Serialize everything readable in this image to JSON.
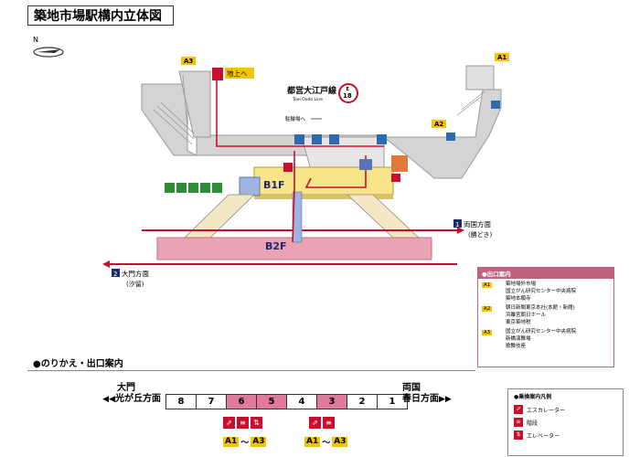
{
  "title": "築地市場駅構内立体図",
  "compass": "N",
  "line": {
    "name": "都営大江戸線",
    "roman": "Toei Oedo Line",
    "code": "E",
    "number": "18"
  },
  "floors": {
    "b1": "B1F",
    "b2": "B2F"
  },
  "exits": {
    "a1": "A1",
    "a2": "A2",
    "a3": "A3"
  },
  "labels": {
    "to_ground": "地上へ",
    "bicycle": "駐輪場へ"
  },
  "directions": {
    "east_num": "1",
    "east": "両国方面",
    "east_sub": "(勝どき)",
    "west_num": "2",
    "west": "大門方面",
    "west_sub": "(汐留)"
  },
  "exit_guide": {
    "header": "●出口案内",
    "groups": [
      {
        "exit": "A1",
        "lines": [
          "築地場外市場",
          "国立がん研究センター中央病院",
          "築地本願寺"
        ]
      },
      {
        "exit": "A2",
        "lines": [
          "朝日新聞東京本社(本館・新館)",
          "浜離宮朝日ホール",
          "東京築地税"
        ]
      },
      {
        "exit": "A3",
        "lines": [
          "国立がん研究センター中央病院",
          "新橋演舞場",
          "歌舞伎座"
        ]
      }
    ]
  },
  "transfer": {
    "section_title": "●のりかえ・出口案内",
    "cars": [
      "8",
      "7",
      "6",
      "5",
      "4",
      "3",
      "2",
      "1"
    ],
    "highlight_cars": [
      "6",
      "5",
      "3"
    ],
    "left_dir_line1": "大門",
    "left_dir_line2": "光が丘方面",
    "right_dir_line1": "両国",
    "right_dir_line2": "春日方面",
    "exit_range": [
      "A1",
      "〜",
      "A3"
    ],
    "legend_title": "●乗換案内凡例",
    "legend_items": [
      "エスカレーター",
      "階段",
      "エレベーター"
    ]
  },
  "colors": {
    "accent": "#c8102e",
    "pink": "#e07a9a",
    "yellow": "#f4c400",
    "concourse": "#f8e58a",
    "wall": "#d4d4d4",
    "blue": "#2b6cb0",
    "green": "#2e8b3a"
  }
}
